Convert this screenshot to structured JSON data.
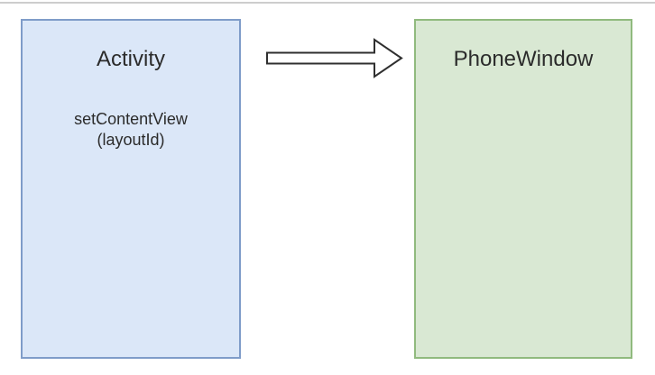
{
  "page": {
    "background_color": "#ffffff",
    "top_edge_color": "#cdcdcd"
  },
  "diagram": {
    "activity_box": {
      "title": "Activity",
      "method_line1": "setContentView",
      "method_line2": "(layoutId)",
      "fill_color": "#dbe7f8",
      "border_color": "#7f9cc9"
    },
    "arrow": {
      "name": "right-block-arrow",
      "direction": "right",
      "fill_color": "#ffffff",
      "stroke_color": "#2f2f2f"
    },
    "phone_window_box": {
      "title": "PhoneWindow",
      "fill_color": "#d9e8d3",
      "border_color": "#90ba7e"
    }
  }
}
